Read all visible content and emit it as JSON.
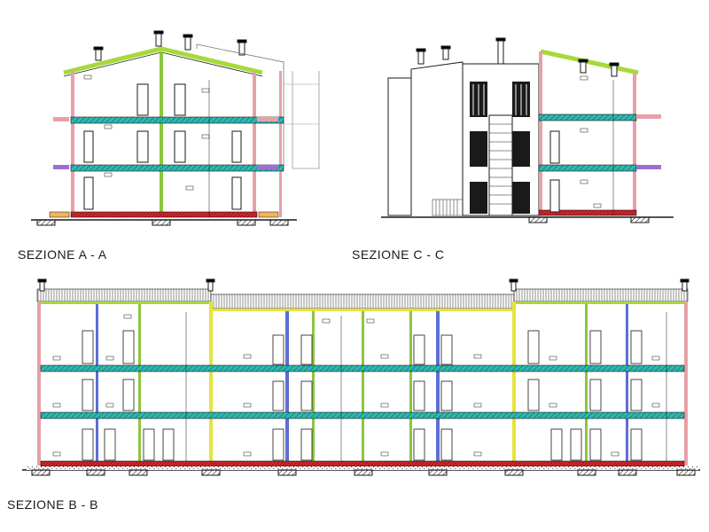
{
  "sections": [
    {
      "id": "A-A",
      "label": "SEZIONE A - A"
    },
    {
      "id": "C-C",
      "label": "SEZIONE C - C"
    },
    {
      "id": "B-B",
      "label": "SEZIONE B - B"
    }
  ],
  "colors": {
    "line": "#1a1a1a",
    "slab": "#2fb8b0",
    "foundation": "#d9262b",
    "roof": "#a7d93b",
    "wall_pink": "#e8a0a8",
    "wall_blue": "#5a6fd6",
    "wall_green": "#8cc63f",
    "wall_yellow": "#e6e33a",
    "insulation_orange": "#f2b25c",
    "violet": "#9b6fd6"
  }
}
